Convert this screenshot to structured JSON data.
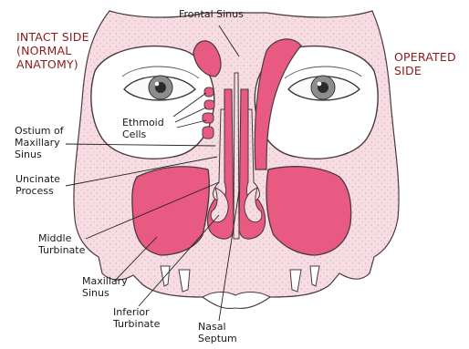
{
  "header": {
    "intact_side": "INTACT SIDE\n(NORMAL\nANATOMY)",
    "operated_side": "OPERATED\nSIDE"
  },
  "labels": {
    "frontal_sinus": "Frontal Sinus",
    "ethmoid_cells": "Ethmoid\nCells",
    "ostium": "Ostium of\nMaxillary\nSinus",
    "uncinate": "Uncinate\nProcess",
    "middle_turbinate": "Middle\nTurbinate",
    "maxillary_sinus": "Maxillary\nSinus",
    "inferior_turbinate": "Inferior\nTurbinate",
    "nasal_septum": "Nasal\nSeptum"
  },
  "colors": {
    "bone": "#f6d9df",
    "bone_stipple": "#caa9b2",
    "sinus_pink": "#e85a82",
    "outline": "#4a3a3e",
    "side_text": "#8b1a1a"
  }
}
